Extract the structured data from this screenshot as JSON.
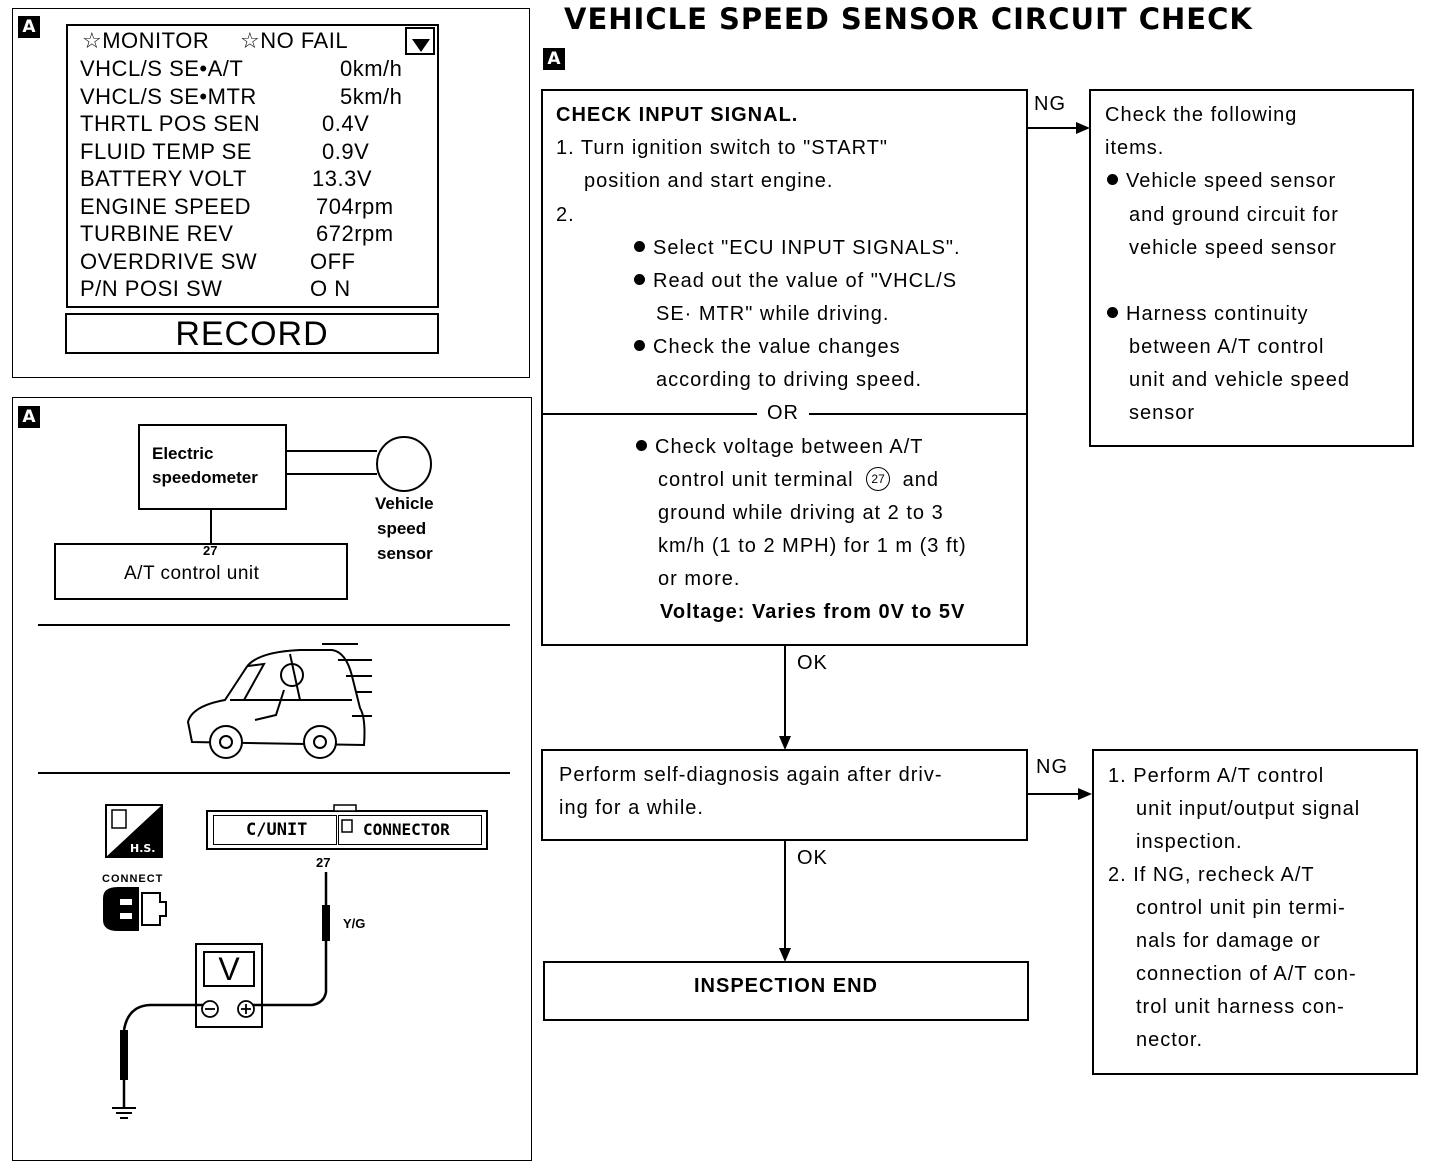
{
  "title": "VEHICLE SPEED SENSOR CIRCUIT CHECK",
  "tag_label": "A",
  "monitor": {
    "header_left": "☆MONITOR",
    "header_right": "☆NO FAIL",
    "rows": [
      {
        "label": "VHCL/S SE•A/T",
        "value": "0km/h"
      },
      {
        "label": "VHCL/S SE•MTR",
        "value": "5km/h"
      },
      {
        "label": "THRTL POS SEN",
        "value": "0.4V"
      },
      {
        "label": "FLUID TEMP SE",
        "value": "0.9V"
      },
      {
        "label": "BATTERY VOLT",
        "value": "13.3V"
      },
      {
        "label": "ENGINE SPEED",
        "value": "704rpm"
      },
      {
        "label": "TURBINE REV",
        "value": "672rpm"
      },
      {
        "label": "OVERDRIVE SW",
        "value": "OFF"
      },
      {
        "label": "P/N POSI SW",
        "value": "O N"
      }
    ],
    "record": "RECORD"
  },
  "wiring": {
    "speedometer_line1": "Electric",
    "speedometer_line2": "speedometer",
    "sensor_line1": "Vehicle",
    "sensor_line2": "speed",
    "sensor_line3": "sensor",
    "terminal": "27",
    "control_unit": "A/T control unit",
    "cunit_label": "C/UNIT",
    "connector_label": "CONNECTOR",
    "connector_terminal": "27",
    "wire_color": "Y/G",
    "connect": "CONNECT",
    "meter": "V",
    "hs": "H.S."
  },
  "step1": {
    "heading": "CHECK INPUT SIGNAL.",
    "line1": "1. Turn ignition switch to \"START\"",
    "line2": "position and start engine.",
    "line3": "2.",
    "b1": "Select \"ECU INPUT SIGNALS\".",
    "b2a": "Read out the value of \"VHCL/S",
    "b2b": "SE· MTR\" while driving.",
    "b3a": "Check the value changes",
    "b3b": "according to driving speed.",
    "or": "OR",
    "c1a": "Check voltage between A/T",
    "c1b_pre": "control unit terminal",
    "c1b_num": "27",
    "c1b_post": "and",
    "c1c": "ground while driving at 2 to 3",
    "c1d": "km/h (1 to 2 MPH) for 1 m (3 ft)",
    "c1e": "or more.",
    "voltage": "Voltage: Varies from 0V to 5V"
  },
  "ng1": {
    "label": "NG",
    "line1": "Check the following",
    "line2": "items.",
    "i1a": "Vehicle speed sensor",
    "i1b": "and ground circuit for",
    "i1c": "vehicle speed sensor",
    "i2a": "Harness continuity",
    "i2b": "between A/T control",
    "i2c": "unit and vehicle speed",
    "i2d": "sensor"
  },
  "ok1": "OK",
  "step2": {
    "line1": "Perform self-diagnosis again after driv-",
    "line2": "ing for a while."
  },
  "ng2": {
    "label": "NG",
    "l1": "1. Perform A/T control",
    "l2": "unit input/output signal",
    "l3": "inspection.",
    "l4": "2. If NG, recheck A/T",
    "l5": "control unit pin termi-",
    "l6": "nals for damage or",
    "l7": "connection of A/T con-",
    "l8": "trol unit harness con-",
    "l9": "nector."
  },
  "ok2": "OK",
  "end": "INSPECTION END"
}
